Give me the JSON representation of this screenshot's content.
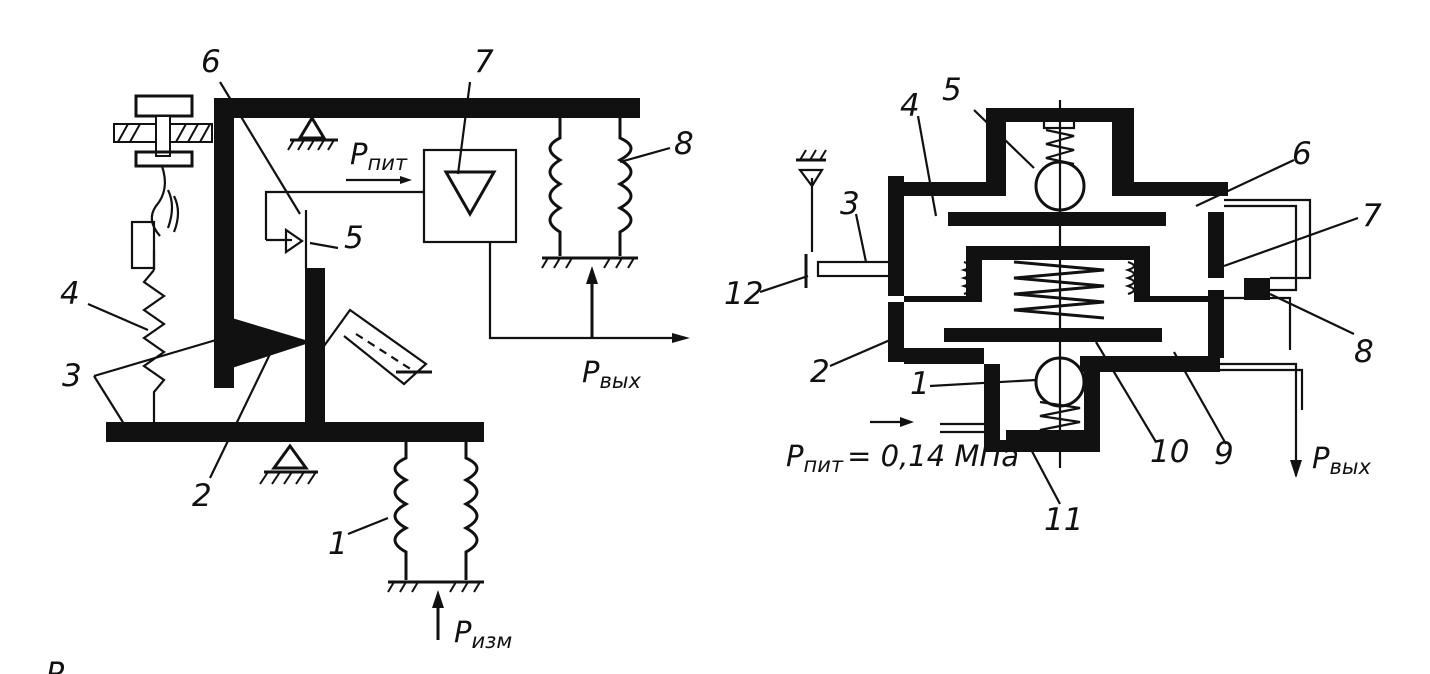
{
  "left_diagram": {
    "labels": {
      "n1": "1",
      "n2": "2",
      "n3": "3",
      "n4": "4",
      "n5": "5",
      "n6": "6",
      "n7": "7",
      "n8": "8"
    },
    "p_supply": {
      "main": "P",
      "sub": "пит"
    },
    "p_out": {
      "main": "P",
      "sub": "вых"
    },
    "p_meas": {
      "main": "P",
      "sub": "изм"
    }
  },
  "right_diagram": {
    "labels": {
      "n1": "1",
      "n2": "2",
      "n3": "3",
      "n4": "4",
      "n5": "5",
      "n6": "6",
      "n7": "7",
      "n8": "8",
      "n9": "9",
      "n10": "10",
      "n11": "11",
      "n12": "12"
    },
    "p_supply": {
      "main": "P",
      "sub": "пит",
      "value": "= 0,14 МПа"
    },
    "p_out": {
      "main": "P",
      "sub": "вых"
    }
  },
  "caption_fragment": "Р"
}
